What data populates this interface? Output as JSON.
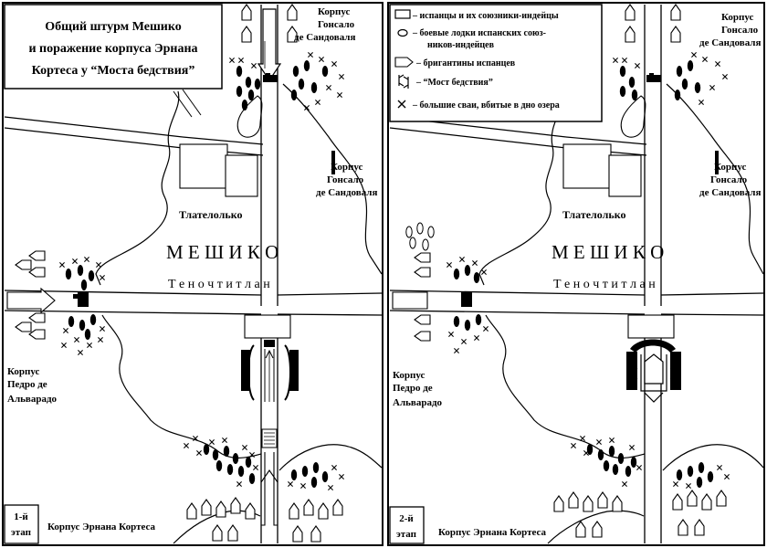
{
  "title": {
    "line1": "Общий штурм Мешико",
    "line2": "и поражение корпуса Эрнана",
    "line3": "Кортеса у “Моста бедствия”"
  },
  "legend": {
    "items": [
      {
        "icon": "rectangle-icon",
        "label": "– испанцы и их союзники-индейцы"
      },
      {
        "icon": "ellipse-icon",
        "label_line1": "– боевые лодки испанских союз-",
        "label_line2": "ников-индейцев"
      },
      {
        "icon": "brigantine-icon",
        "label": "– бригантины испанцев"
      },
      {
        "icon": "broken-bridge-icon",
        "label": "– “Мост бедствия”"
      },
      {
        "icon": "cross-icon",
        "label": "– большие сваи, вбитые в дно озера"
      }
    ]
  },
  "panels": [
    {
      "stage_line1": "1-й",
      "stage_line2": "этап",
      "labels": {
        "sandoval_line1": "Корпус",
        "sandoval_line2": "Гонсало",
        "sandoval_line3": "де Сандоваля",
        "tlatelolco": "Тлателолько",
        "city": "М Е Ш И К О",
        "tenochtitlan": "Т е н о ч т и т л а н",
        "alvarado_line1": "Корпус",
        "alvarado_line2": "Педро де",
        "alvarado_line3": "Альварадо",
        "cortes": "Корпус Эрнана Кортеса"
      }
    },
    {
      "stage_line1": "2-й",
      "stage_line2": "этап",
      "labels": {
        "sandoval_line1": "Корпус",
        "sandoval_line2": "Гонсало",
        "sandoval_line3": "де Сандоваля",
        "tlatelolco": "Тлателолько",
        "city": "М Е Ш И К О",
        "tenochtitlan": "Т е н о ч т и т л а н",
        "alvarado_line1": "Корпус",
        "alvarado_line2": "Педро де",
        "alvarado_line3": "Альварадо",
        "cortes": "Корпус Эрнана Кортеса"
      }
    }
  ]
}
